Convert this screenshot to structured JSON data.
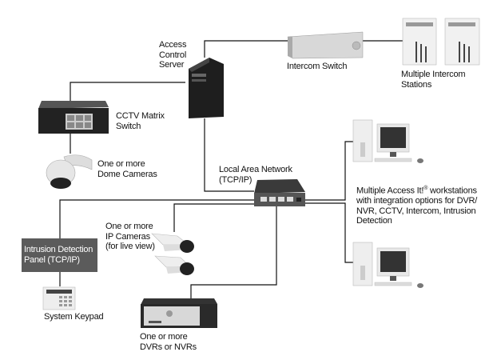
{
  "nodes": {
    "access_server": {
      "lines": [
        "Access",
        "Control",
        "Server"
      ]
    },
    "intercom_switch": {
      "label": "Intercom Switch"
    },
    "intercom_stations": {
      "lines": [
        "Multiple Intercom",
        "Stations"
      ]
    },
    "cctv_matrix": {
      "lines": [
        "CCTV Matrix",
        "Switch"
      ]
    },
    "dome_cameras": {
      "lines": [
        "One or more",
        "Dome Cameras"
      ]
    },
    "lan": {
      "lines": [
        "Local Area Network",
        "(TCP/IP)"
      ]
    },
    "workstations": {
      "line1_pre": "Multiple Access It!",
      "line1_reg": "®",
      "line1_post": " workstations",
      "lines": [
        "with integration options for DVR/",
        "NVR, CCTV, Intercom, Intrusion",
        "Detection"
      ]
    },
    "intrusion_panel": {
      "lines": [
        "Intrusion Detection",
        "Panel (TCP/IP)"
      ]
    },
    "system_keypad": {
      "label": "System Keypad"
    },
    "ip_cameras": {
      "lines": [
        "One or more",
        "IP Cameras",
        "(for live view)"
      ]
    },
    "dvrs": {
      "lines": [
        "One or more",
        "DVRs or NVRs"
      ]
    }
  },
  "colors": {
    "line": "#111111",
    "panel": "#5b5b5b",
    "device_dark": "#2a2a2a",
    "device_light": "#e4e4e4"
  }
}
